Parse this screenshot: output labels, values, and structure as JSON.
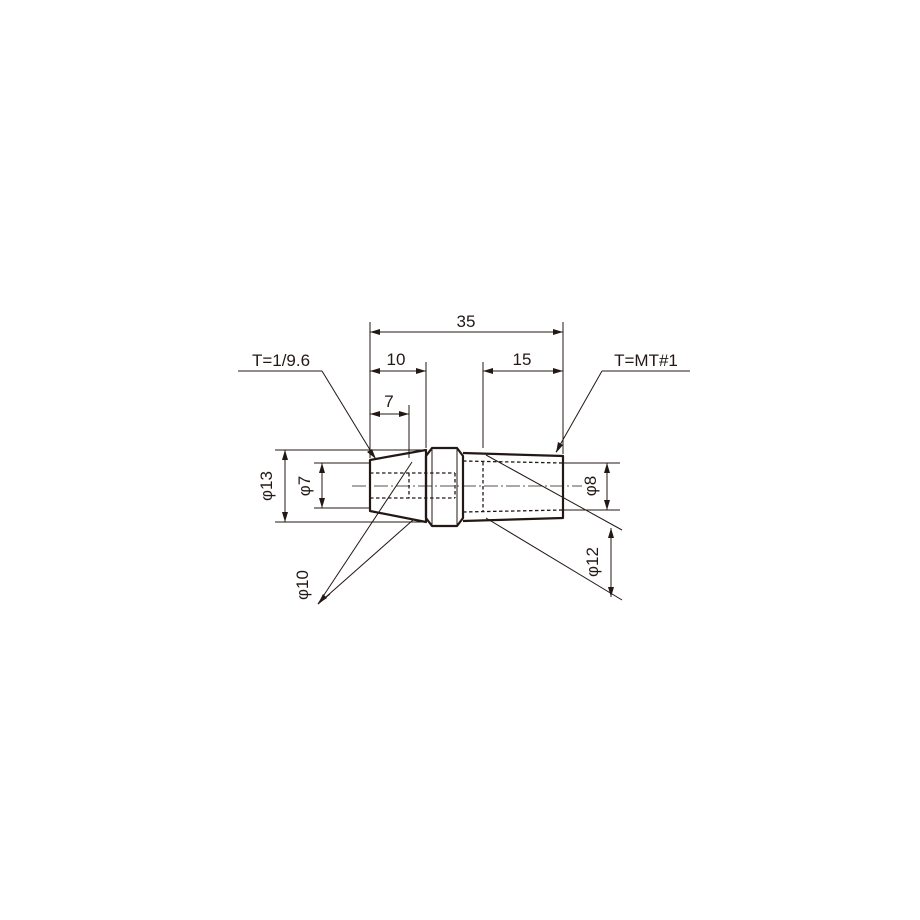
{
  "colors": {
    "ink": "#231815",
    "background": "#ffffff"
  },
  "dimensions": {
    "overall_length": "35",
    "left_section": "10",
    "left_taper": "7",
    "right_taper": "15",
    "left_taper_spec": "T=1/9.6",
    "right_taper_spec": "T=MT#1",
    "dia_13": "φ13",
    "dia_7": "φ7",
    "dia_10": "φ10",
    "dia_8": "φ8",
    "dia_12": "φ12"
  }
}
